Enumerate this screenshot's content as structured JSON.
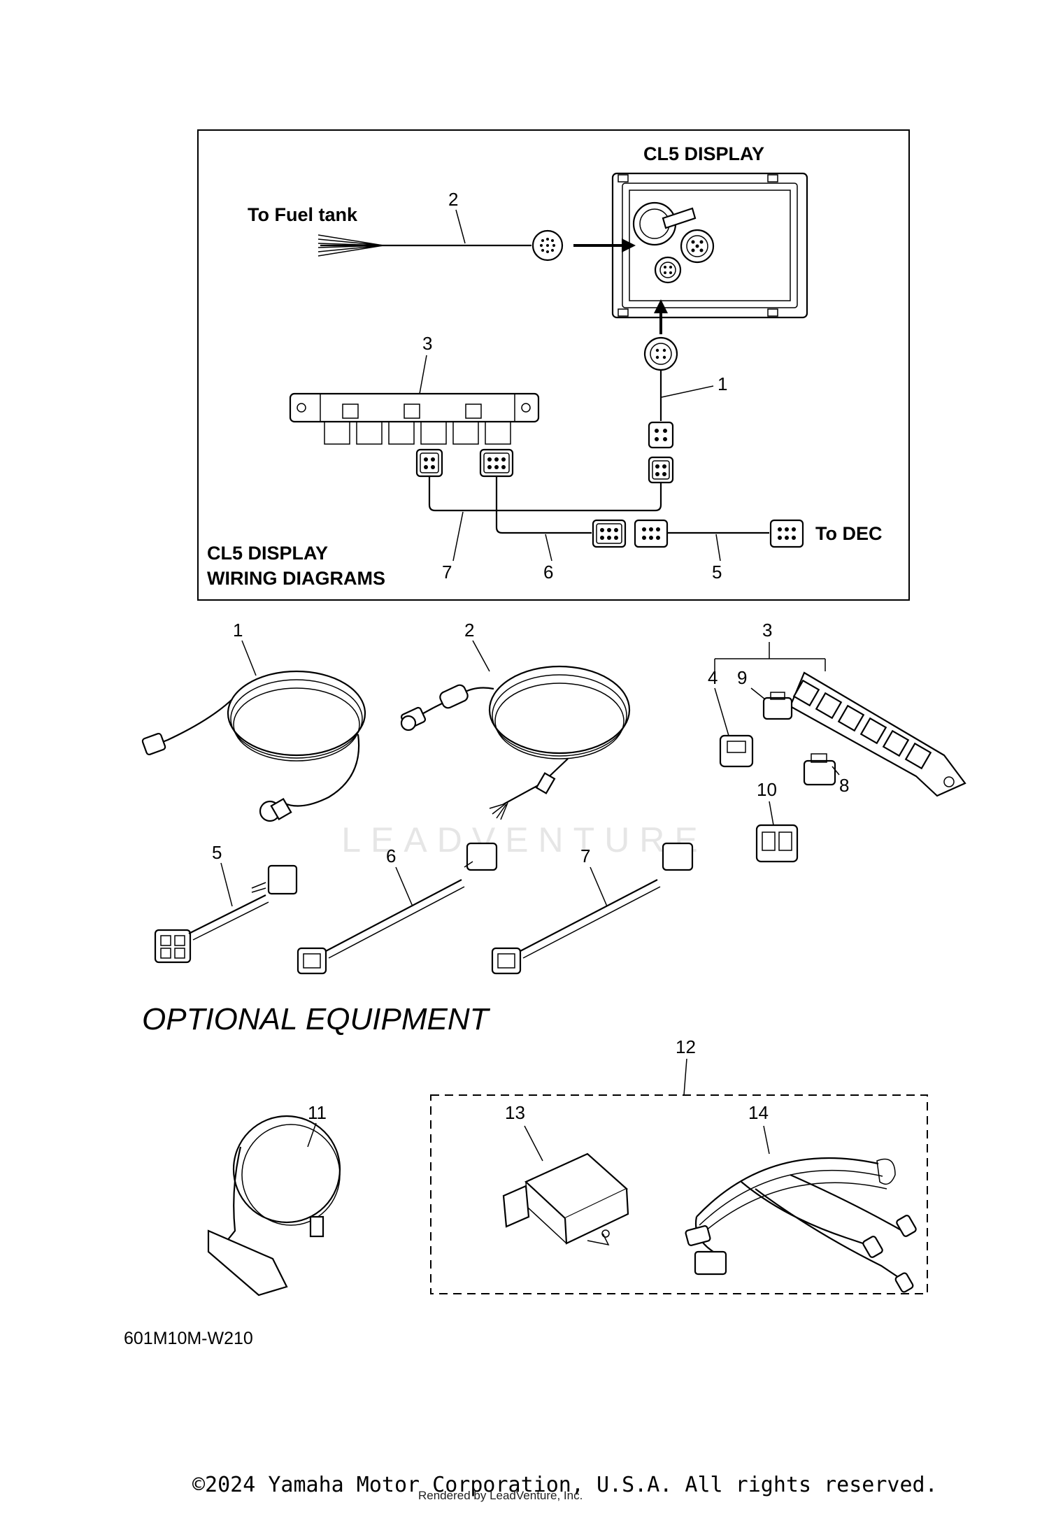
{
  "wiring_box": {
    "display_title": "CL5 DISPLAY",
    "fuel_tank_label": "To Fuel tank",
    "dec_label": "To DEC",
    "caption_line1": "CL5 DISPLAY",
    "caption_line2": "WIRING DIAGRAMS",
    "callouts": {
      "c1": "1",
      "c2": "2",
      "c3": "3",
      "c5": "5",
      "c6": "6",
      "c7": "7"
    }
  },
  "parts": {
    "callouts": {
      "p1": "1",
      "p2": "2",
      "p3": "3",
      "p4": "4",
      "p5": "5",
      "p6": "6",
      "p7": "7",
      "p8": "8",
      "p9": "9",
      "p10": "10"
    }
  },
  "watermark": "LEADVENTURE",
  "optional": {
    "heading": "OPTIONAL EQUIPMENT",
    "callouts": {
      "p11": "11",
      "p12": "12",
      "p13": "13",
      "p14": "14"
    }
  },
  "diagram_code": "601M10M-W210",
  "footer": {
    "copyright": "©2024 Yamaha Motor Corporation, U.S.A. All rights reserved.",
    "rendered_by": "Rendered by LeadVenture, Inc."
  }
}
